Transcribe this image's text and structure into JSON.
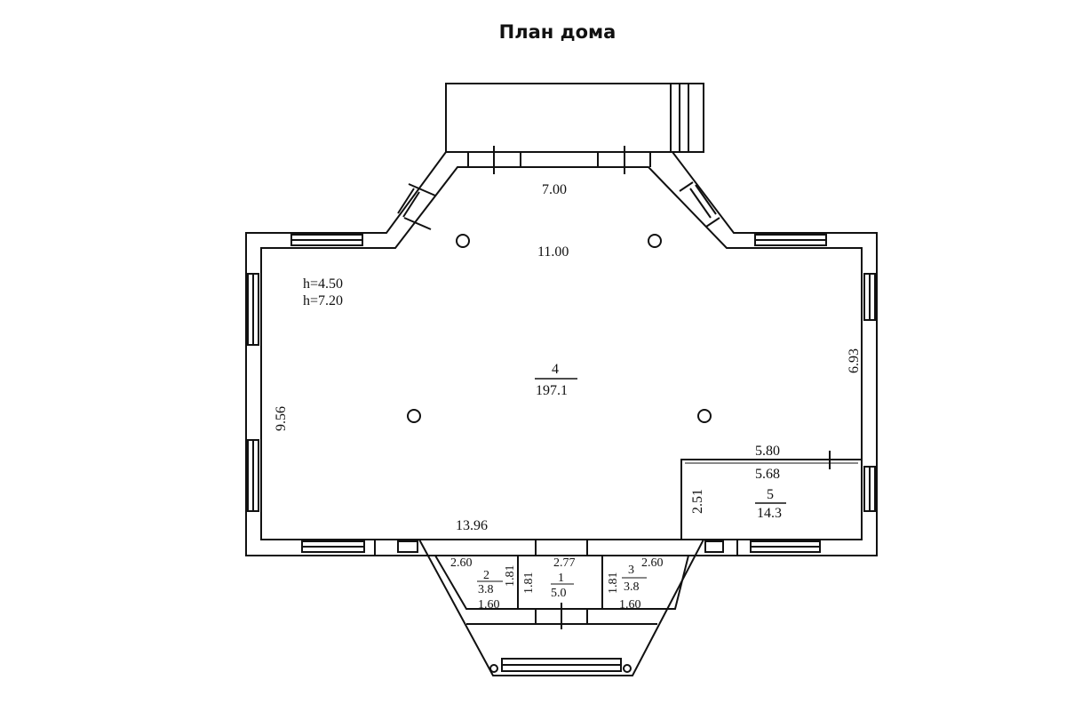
{
  "title": "План дома",
  "plan": {
    "ceiling_heights": [
      "h=4.50",
      "h=7.20"
    ],
    "dimensions": {
      "top_inner": "7.00",
      "top_main": "11.00",
      "left": "9.56",
      "right": "6.93",
      "bottom": "13.96",
      "room5_top_outer": "5.80",
      "room5_top_inner": "5.68",
      "room5_side": "2.51",
      "room2_top": "2.60",
      "room2_side": "1.81",
      "room2_bottom": "1.60",
      "room1_top": "2.77",
      "room1_side": "1.81",
      "room3_side": "1.81",
      "room3_top": "2.60",
      "room3_bottom": "1.60"
    },
    "rooms": [
      {
        "number": "4",
        "area": "197.1"
      },
      {
        "number": "5",
        "area": "14.3"
      },
      {
        "number": "2",
        "area": "3.8"
      },
      {
        "number": "1",
        "area": "5.0"
      },
      {
        "number": "3",
        "area": "3.8"
      }
    ]
  }
}
